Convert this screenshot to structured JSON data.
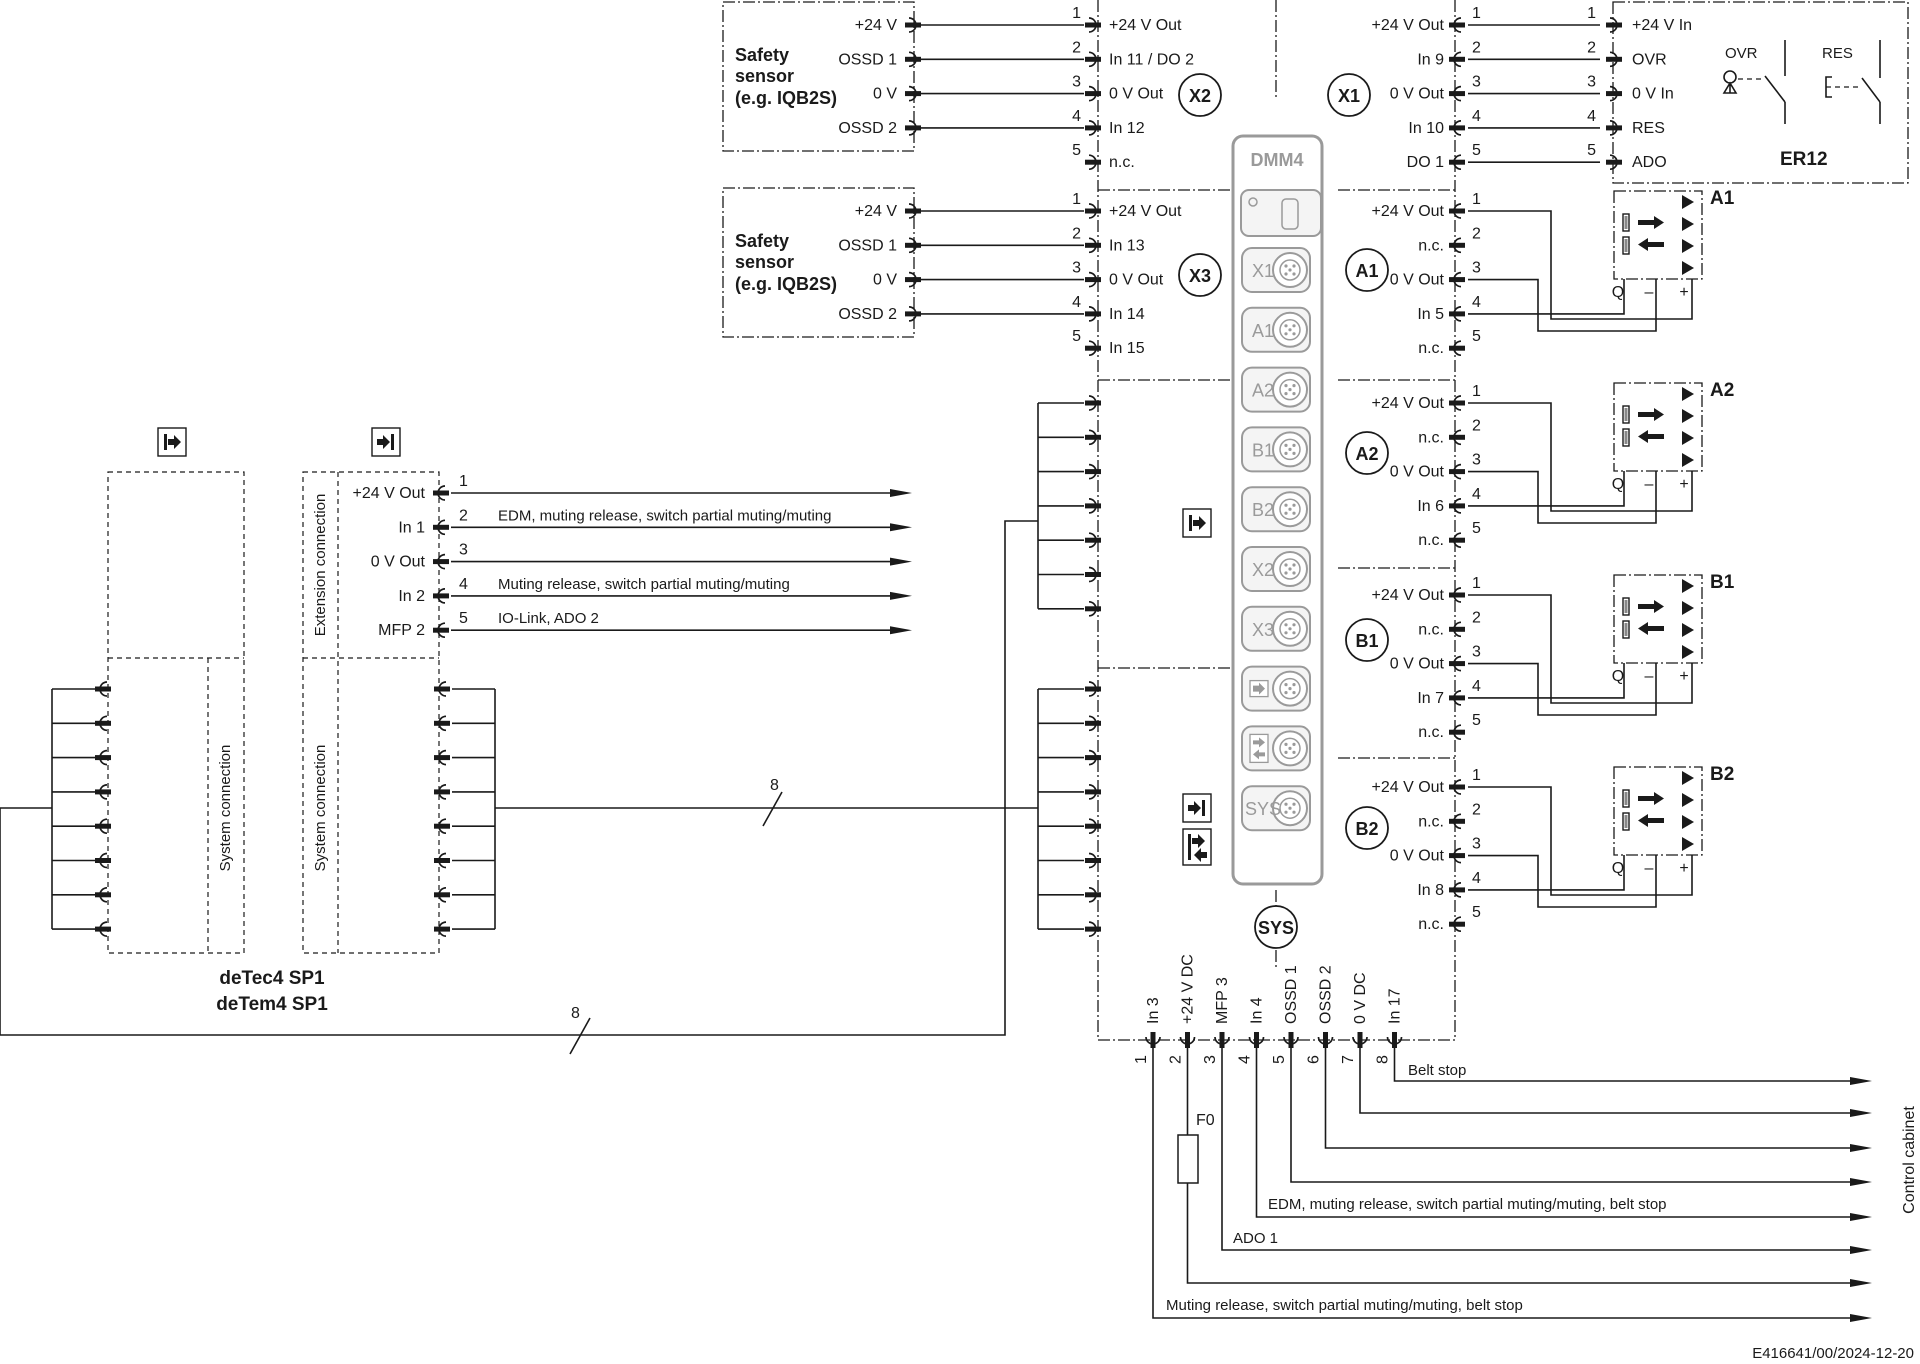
{
  "sensor_box": {
    "label_1": "Safety",
    "label_2": "sensor",
    "label_3": "(e.g. IQB2S)",
    "pins": [
      "+24 V",
      "OSSD 1",
      "0 V",
      "OSSD 2"
    ]
  },
  "x2": {
    "tag": "X2",
    "pins": [
      "+24 V Out",
      "In 11 / DO 2",
      "0 V Out",
      "In 12",
      "n.c."
    ]
  },
  "x3": {
    "tag": "X3",
    "pins": [
      "+24 V Out",
      "In 13",
      "0 V Out",
      "In 14",
      "In 15"
    ]
  },
  "x1": {
    "tag": "X1",
    "pins": [
      "+24 V Out",
      "In 9",
      "0 V Out",
      "In 10",
      "DO 1"
    ]
  },
  "er12": {
    "title": "ER12",
    "pins": [
      "+24 V In",
      "OVR",
      "0 V In",
      "RES",
      "ADO"
    ],
    "switch_1": "OVR",
    "switch_2": "RES"
  },
  "a1": {
    "tag": "A1",
    "pins": [
      "+24 V Out",
      "n.c.",
      "0 V Out",
      "In 5",
      "n.c."
    ]
  },
  "a2": {
    "tag": "A2",
    "pins": [
      "+24 V Out",
      "n.c.",
      "0 V Out",
      "In 6",
      "n.c."
    ]
  },
  "b1": {
    "tag": "B1",
    "pins": [
      "+24 V Out",
      "n.c.",
      "0 V Out",
      "In 7",
      "n.c."
    ]
  },
  "b2": {
    "tag": "B2",
    "pins": [
      "+24 V Out",
      "n.c.",
      "0 V Out",
      "In 8",
      "n.c."
    ]
  },
  "lamp_labels": [
    "Q",
    "–",
    "+"
  ],
  "module": {
    "title": "DMM4",
    "ports": [
      "X1",
      "A1",
      "A2",
      "B1",
      "B2",
      "X2",
      "X3",
      "",
      "",
      "SYS"
    ]
  },
  "sys_tag": "SYS",
  "sys_pins": [
    "In 3",
    "+24 V DC",
    "MFP 3",
    "In 4",
    "OSSD 1",
    "OSSD 2",
    "0 V DC",
    "In 17"
  ],
  "pin_numbers": [
    "1",
    "2",
    "3",
    "4",
    "5",
    "6",
    "7",
    "8"
  ],
  "fuse_label": "F0",
  "cabinet_lines": [
    "Belt stop",
    "",
    "",
    "",
    "EDM, muting release, switch partial muting/muting, belt stop",
    "ADO 1",
    "",
    "Muting release, switch partial muting/muting, belt stop"
  ],
  "control_cabinet": "Control cabinet",
  "extension": {
    "section_label": "Extension connection",
    "system_label": "System connection",
    "pins": [
      "+24 V Out",
      "In 1",
      "0 V Out",
      "In 2",
      "MFP 2"
    ],
    "lines": [
      "",
      "EDM, muting release, switch partial muting/muting",
      "",
      "Muting release, switch partial muting/muting",
      "IO-Link, ADO 2"
    ]
  },
  "device_left_system_label": "System connection",
  "device_name_1": "deTec4 SP1",
  "device_name_2": "deTem4 SP1",
  "bus_count_1": "8",
  "bus_count_2": "8",
  "doc_id": "E416641/00/2024-12-20"
}
